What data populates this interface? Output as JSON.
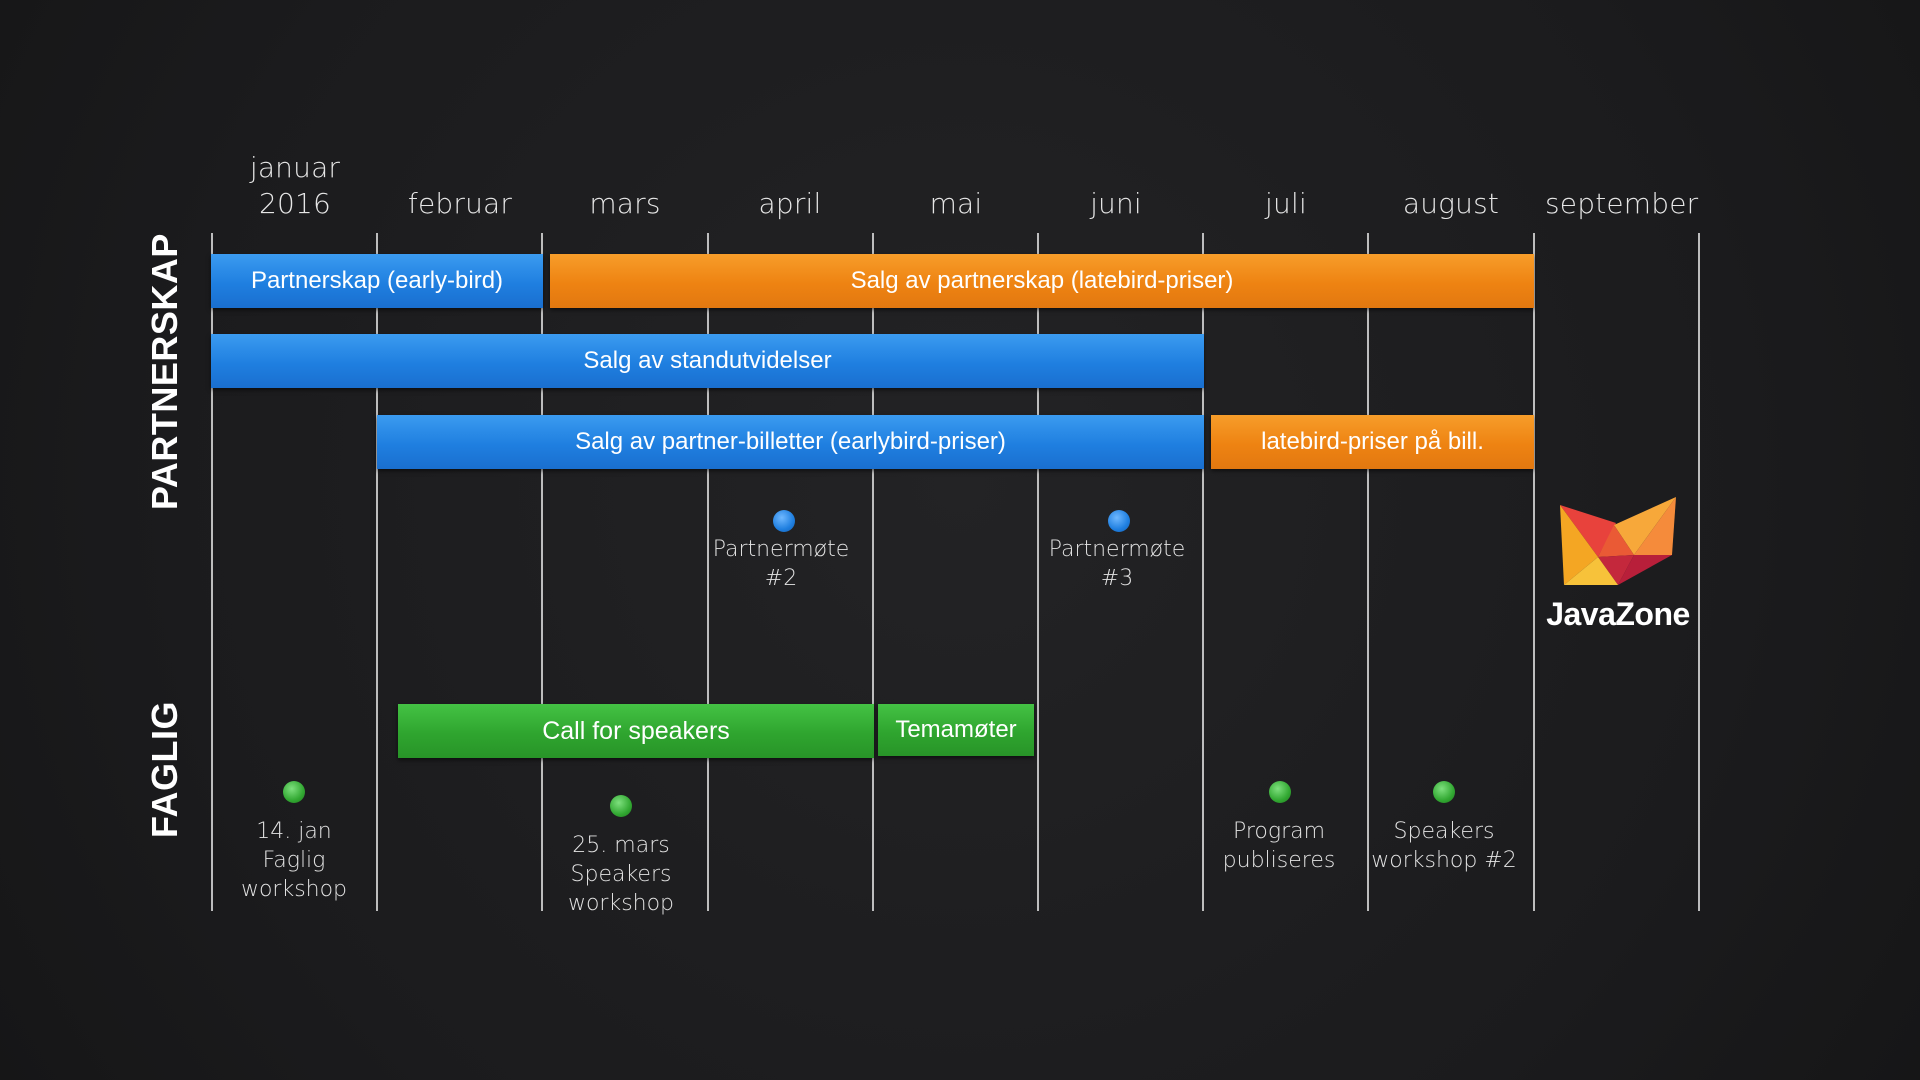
{
  "months": [
    {
      "line1": "januar",
      "line2": "2016"
    },
    {
      "line1": "",
      "line2": "februar"
    },
    {
      "line1": "",
      "line2": "mars"
    },
    {
      "line1": "",
      "line2": "april"
    },
    {
      "line1": "",
      "line2": "mai"
    },
    {
      "line1": "",
      "line2": "juni"
    },
    {
      "line1": "",
      "line2": "juli"
    },
    {
      "line1": "",
      "line2": "august"
    },
    {
      "line1": "",
      "line2": "september"
    }
  ],
  "sections": {
    "partnerskap": "PARTNERSKAP",
    "faglig": "FAGLIG"
  },
  "bars": {
    "partnerskap_early_bird": "Partnerskap (early-bird)",
    "salg_partnerskap_latebird": "Salg av partnerskap (latebird-priser)",
    "salg_standutvidelser": "Salg av standutvidelser",
    "salg_partner_billetter": "Salg av partner-billetter (earlybird-priser)",
    "latebird_bill": "latebird-priser på bill.",
    "call_for_speakers": "Call for speakers",
    "temamoter": "Temamøter"
  },
  "milestones": {
    "partnermote2": [
      "Partnermøte",
      "#2"
    ],
    "partnermote3": [
      "Partnermøte",
      "#3"
    ],
    "jan14": [
      "14. jan",
      "Faglig",
      "workshop"
    ],
    "mars25": [
      "25. mars",
      "Speakers",
      "workshop"
    ],
    "program": [
      "Program",
      "publiseres"
    ],
    "speakers2": [
      "Speakers",
      "workshop #2"
    ]
  },
  "logo": {
    "text": "JavaZone"
  },
  "colors": {
    "background": "#1c1c1e",
    "blue": "#1f7fe0",
    "orange": "#ee8312",
    "green": "#2fa52f",
    "gridline": "#d9d9d9"
  }
}
